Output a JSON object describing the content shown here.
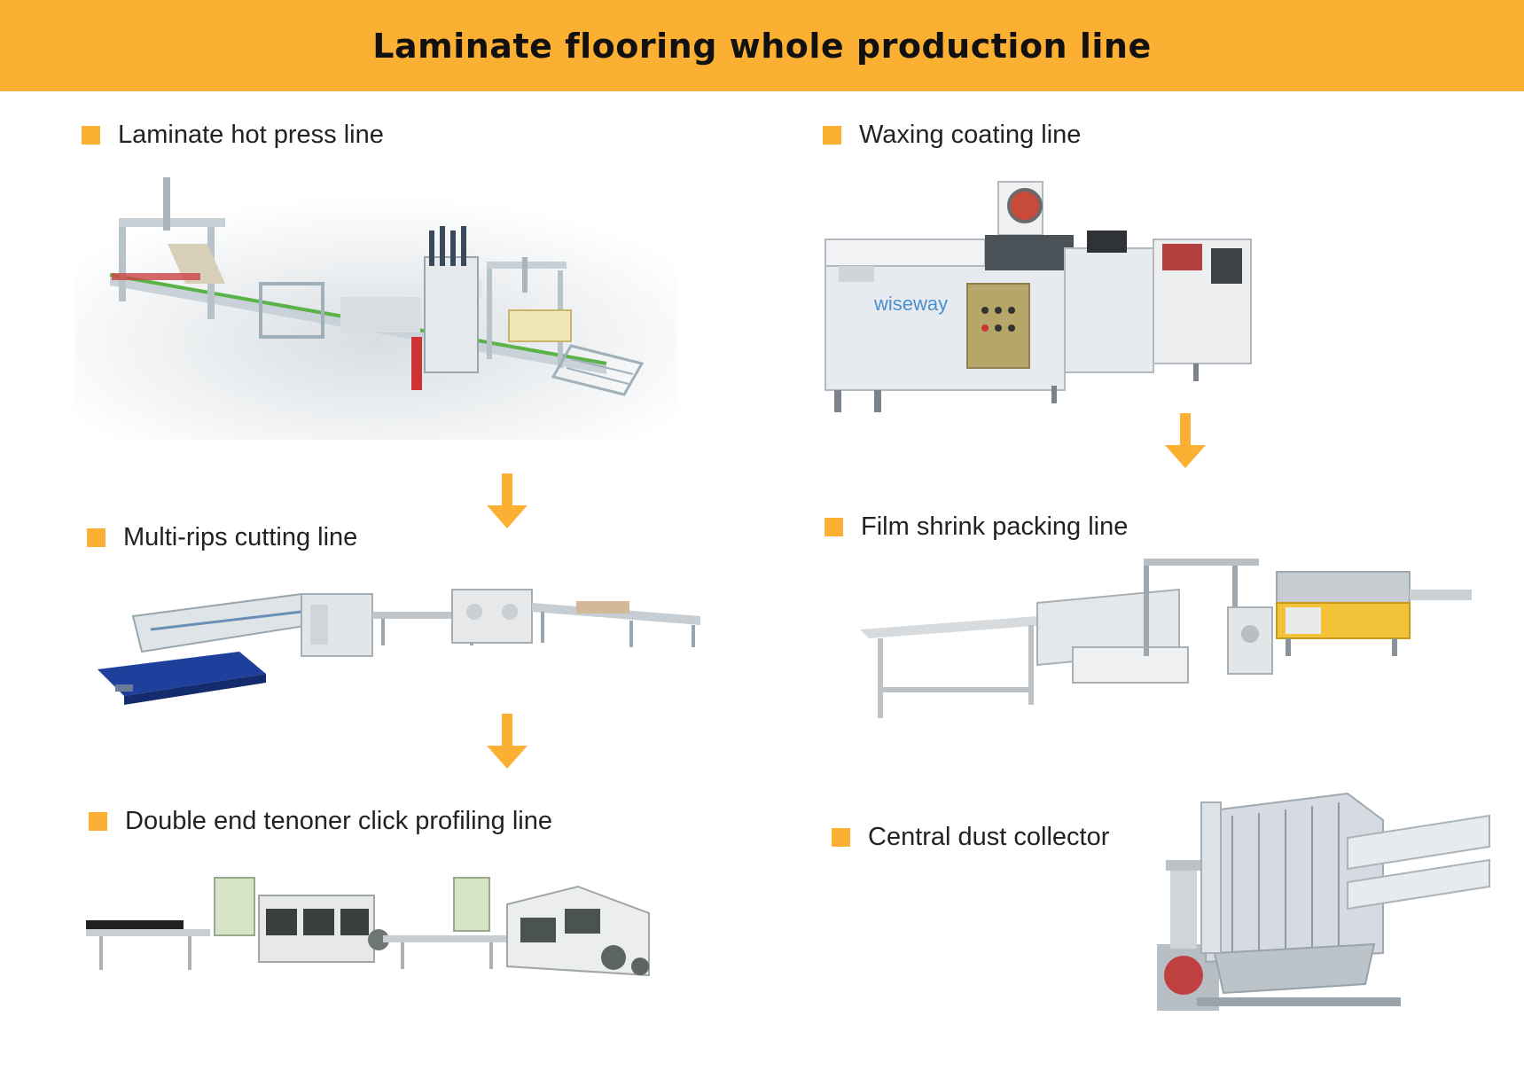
{
  "title": "Laminate flooring whole production line",
  "accent_color": "#fbb034",
  "steps": [
    {
      "label": "Laminate hot press line"
    },
    {
      "label": "Multi-rips cutting line"
    },
    {
      "label": "Double end tenoner click profiling line"
    },
    {
      "label": "Waxing coating line"
    },
    {
      "label": "Film shrink packing line"
    },
    {
      "label": "Central dust collector"
    }
  ],
  "waxing_brand": "wiseway"
}
